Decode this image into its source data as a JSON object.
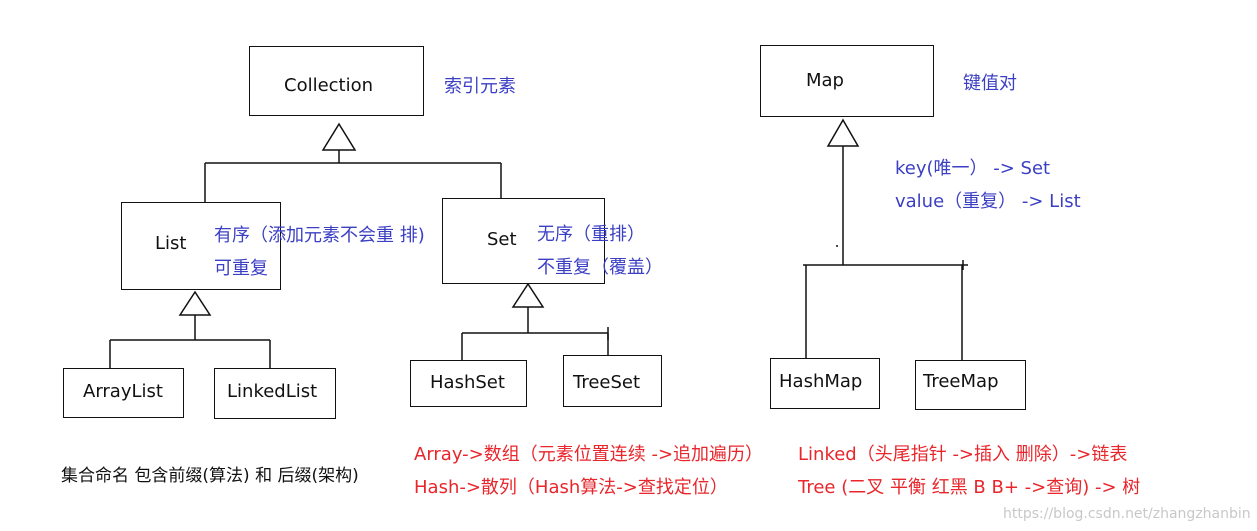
{
  "collection_tree": {
    "root": {
      "label": "Collection",
      "note": "索引元素"
    },
    "list": {
      "label": "List",
      "note_line1": "有序（添加元素不会重 排)",
      "note_line2": "可重复"
    },
    "set": {
      "label": "Set",
      "note_line1": "无序（重排）",
      "note_line2": "不重复（覆盖）"
    },
    "list_children": [
      "ArrayList",
      "LinkedList"
    ],
    "set_children": [
      "HashSet",
      "TreeSet"
    ]
  },
  "map_tree": {
    "root": {
      "label": "Map",
      "note": "键值对"
    },
    "key_note": "key(唯一）  -> Set",
    "value_note": "value（重复）   -> List",
    "children": [
      "HashMap",
      "TreeMap"
    ]
  },
  "naming_note": "集合命名 包含前缀(算法) 和 后缀(架构)",
  "red_notes": {
    "array": "Array->数组（元素位置连续 ->追加遍历）",
    "hash": "Hash->散列（Hash算法->查找定位）",
    "linked": "Linked（头尾指针 ->插入 删除）->链表",
    "tree": "Tree (二叉 平衡 红黑 B B+ ->查询) -> 树"
  },
  "watermark": "https://blog.csdn.net/zhangzhanbin"
}
